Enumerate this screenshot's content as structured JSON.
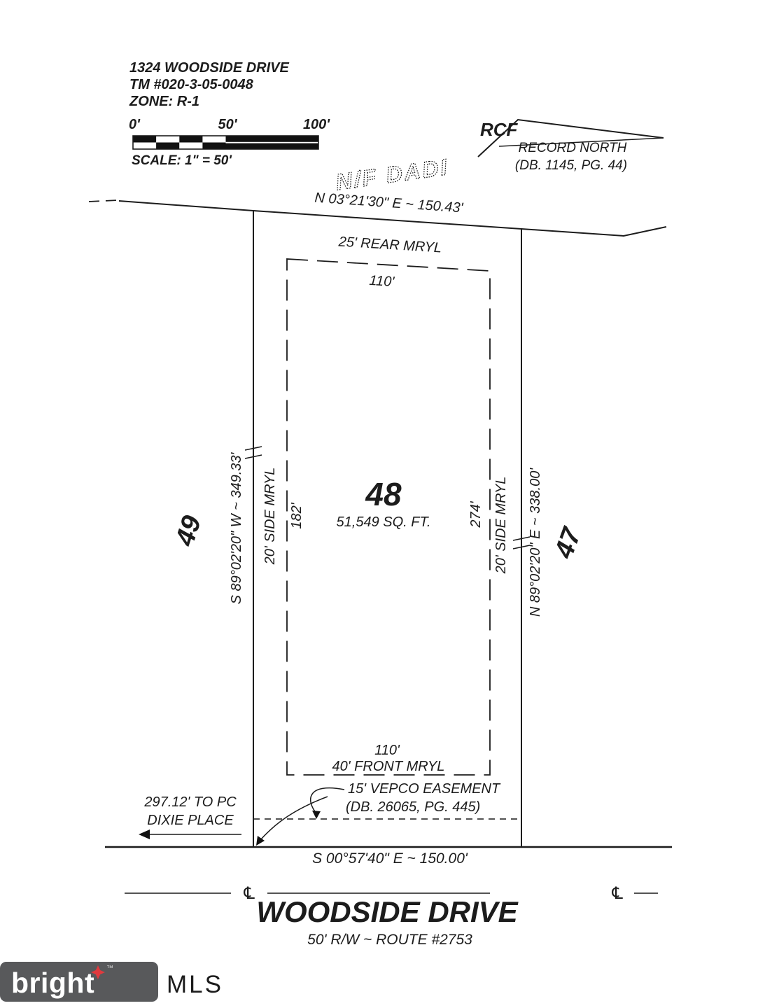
{
  "title_block": {
    "address": "1324 WOODSIDE DRIVE",
    "tax_map": "TM #020-3-05-0048",
    "zone": "ZONE: R-1"
  },
  "scale_bar": {
    "tick_0": "0'",
    "tick_50": "50'",
    "tick_100": "100'",
    "scale_text": "SCALE: 1\" = 50'"
  },
  "north_arrow": {
    "logo": "RCF",
    "label": "RECORD NORTH",
    "reference": "(DB. 1145, PG. 44)"
  },
  "adjoiners": {
    "north": "N/F DADI",
    "west_lot": "49",
    "east_lot": "47"
  },
  "boundaries": {
    "north_bearing": "N 03°21'30\" E ~ 150.43'",
    "west_bearing": "S 89°02'20\" W ~ 349.33'",
    "east_bearing": "N 89°02'20\" E ~ 338.00'",
    "south_bearing": "S 00°57'40\" E ~ 150.00'"
  },
  "lot": {
    "number": "48",
    "area": "51,549 SQ. FT."
  },
  "setbacks": {
    "rear": "25' REAR MRYL",
    "rear_width": "110'",
    "front_width": "110'",
    "front": "40' FRONT MRYL",
    "west_side": "20' SIDE MRYL",
    "west_depth": "182'",
    "east_side": "20' SIDE MRYL",
    "east_depth": "274'"
  },
  "easement": {
    "label": "15' VEPCO EASEMENT",
    "reference": "(DB. 26065, PG. 445)"
  },
  "street": {
    "pc_distance": "297.12' TO PC",
    "pc_name": "DIXIE PLACE",
    "name": "WOODSIDE DRIVE",
    "row": "50' R/W ~ ROUTE #2753",
    "centerline_symbol": "℄"
  },
  "branding": {
    "logo_text": "bright",
    "logo_suffix": "MLS",
    "tm": "™",
    "accent_color": "#e03a3e",
    "box_color": "#58595b",
    "mls_color": "#9b9b9d"
  }
}
